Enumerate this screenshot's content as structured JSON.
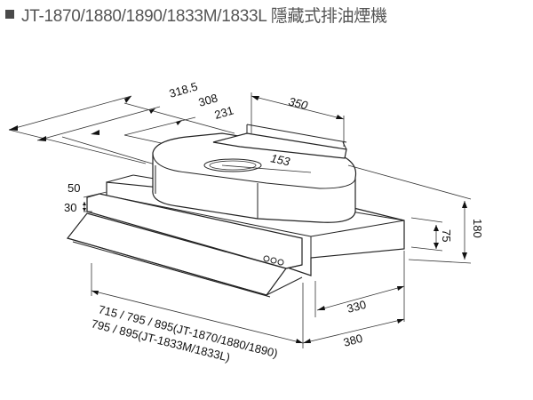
{
  "header": {
    "bullet_icon": "square-bullet-icon",
    "title": "JT-1870/1880/1890/1833M/1833L 隱藏式排油煙機"
  },
  "diagram": {
    "type": "product-dimension-drawing",
    "subject": "Concealed range hood",
    "dimensions": {
      "d1": "318.5",
      "d2": "308",
      "d3": "231",
      "bracket_width": "350",
      "duct_diameter": "153",
      "front_step_top": "50",
      "front_step": "30",
      "height_total": "180",
      "height_body": "75",
      "depth_inner": "330",
      "depth_outer": "380"
    },
    "width_labels": {
      "line1": "715 / 795 / 895(JT-1870/1880/1890)",
      "line2": "795 / 895(JT-1833M/1833L)"
    }
  }
}
